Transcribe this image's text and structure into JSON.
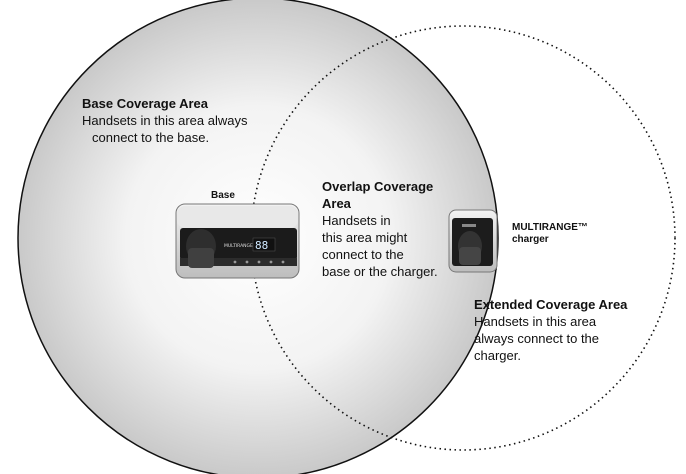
{
  "base_area": {
    "title": "Base Coverage Area",
    "line1": "Handsets in this area always",
    "line2": "connect to the base."
  },
  "overlap_area": {
    "title1": "Overlap Coverage",
    "title2": "Area",
    "line1": "Handsets in",
    "line2": "this area might",
    "line3": "connect to the",
    "line4": "base or the charger."
  },
  "extended_area": {
    "title": "Extended Coverage Area",
    "line1": "Handsets in this area",
    "line2": "always connect to the",
    "line3": "charger."
  },
  "devices": {
    "base_label": "Base",
    "base_brand_text": "MULTIRANGE",
    "base_display": "88",
    "charger_label1": "MULTIRANGE™",
    "charger_label2": "charger"
  },
  "colors": {
    "base_circle_center": "#ffffff",
    "base_circle_edge": "#cfcfcf",
    "outline": "#111111"
  }
}
